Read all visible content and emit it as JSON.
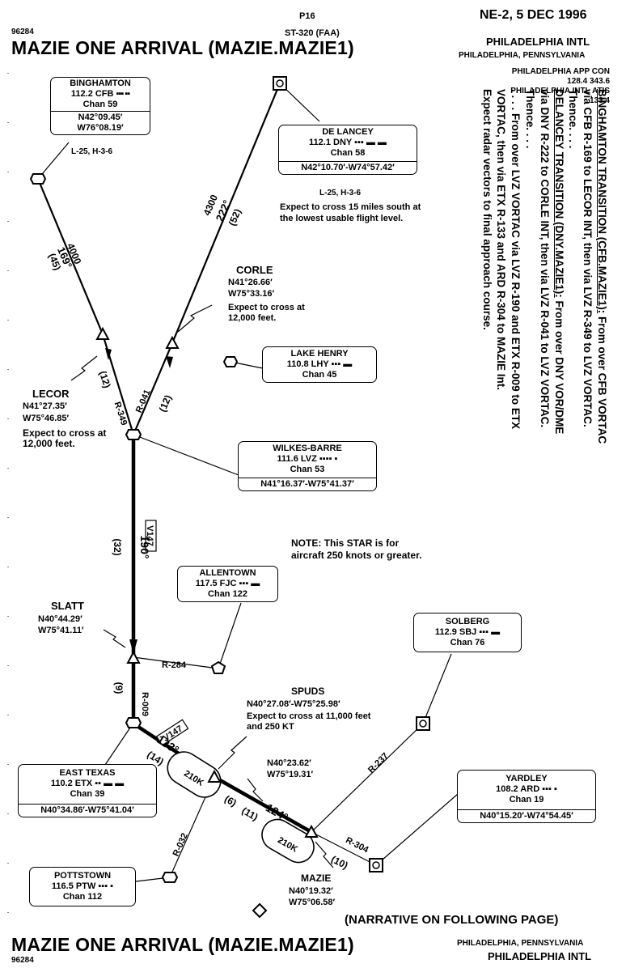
{
  "header": {
    "doc_code": "96284",
    "chart_no": "P16",
    "st_code": "ST-320 (FAA)",
    "region_date": "NE-2, 5 DEC 1996",
    "title": "MAZIE ONE ARRIVAL (MAZIE.MAZIE1)",
    "airport": "PHILADELPHIA INTL",
    "city": "PHILADELPHIA, PENNSYLVANIA"
  },
  "comms": {
    "app_label": "PHILADELPHIA APP CON",
    "app_freq": "128.4 343.6",
    "atis_label": "PHILADELPHIA INTL ATIS",
    "atis_freq": "133.4"
  },
  "navaids": {
    "binghamton": {
      "name": "BINGHAMTON",
      "freq": "112.2 CFB",
      "chan": "Chan 59",
      "lat": "N42°09.45′",
      "lon": "W76°08.19′",
      "charts": "L-25, H-3-6"
    },
    "delancey": {
      "name": "DE LANCEY",
      "freq": "112.1 DNY",
      "chan": "Chan 58",
      "coords": "N42°10.70′-W74°57.42′",
      "charts": "L-25, H-3-6"
    },
    "lakehenry": {
      "name": "LAKE HENRY",
      "freq": "110.8 LHY",
      "chan": "Chan 45"
    },
    "wilkesbarre": {
      "name": "WILKES-BARRE",
      "freq": "111.6 LVZ",
      "chan": "Chan 53",
      "coords": "N41°16.37′-W75°41.37′"
    },
    "allentown": {
      "name": "ALLENTOWN",
      "freq": "117.5 FJC",
      "chan": "Chan 122"
    },
    "solberg": {
      "name": "SOLBERG",
      "freq": "112.9 SBJ",
      "chan": "Chan 76"
    },
    "easttexas": {
      "name": "EAST TEXAS",
      "freq": "110.2 ETX",
      "chan": "Chan 39",
      "coords": "N40°34.86′-W75°41.04′"
    },
    "yardley": {
      "name": "YARDLEY",
      "freq": "108.2 ARD",
      "chan": "Chan 19",
      "coords": "N40°15.20′-W74°54.45′"
    },
    "pottstown": {
      "name": "POTTSTOWN",
      "freq": "116.5 PTW",
      "chan": "Chan 112"
    }
  },
  "fixes": {
    "delancey_note": "Expect to cross 15 miles south at the lowest usable flight level.",
    "corle": {
      "name": "CORLE",
      "lat": "N41°26.66′",
      "lon": "W75°33.16′",
      "note": "Expect to cross at 12,000 feet."
    },
    "lecor": {
      "name": "LECOR",
      "lat": "N41°27.35′",
      "lon": "W75°46.85′",
      "note": "Expect to cross at 12,000 feet."
    },
    "slatt": {
      "name": "SLATT",
      "lat": "N40°44.29′",
      "lon": "W75°41.11′"
    },
    "spuds": {
      "name": "SPUDS",
      "coords": "N40°27.08′-W75°25.98′",
      "note": "Expect to cross at 11,000 feet and 250 KT"
    },
    "unnamed": {
      "lat": "N40°23.62′",
      "lon": "W75°19.31′"
    },
    "mazie": {
      "name": "MAZIE",
      "lat": "N40°19.32′",
      "lon": "W75°06.58′"
    }
  },
  "route_labels": {
    "cfb_alt": "4000",
    "cfb_crs": "169°",
    "cfb_dist": "(45)",
    "dny_alt": "4300",
    "dny_crs": "222°",
    "dny_dist": "(52)",
    "lecor_dist": "(12)",
    "lecor_radial": "R-349",
    "corle_radial": "R-041",
    "corle_dist": "(12)",
    "airway": "V147",
    "lvz_crs": "190°",
    "lvz_dist": "(32)",
    "fjc_radial": "R-284",
    "etx_radial": "R-009",
    "slatt_dist": "(9)",
    "airway2": "V147",
    "etx_crs": "133°",
    "etx_dist": "(14)",
    "spd1": "210K",
    "spuds_dist": "(6)",
    "unnamed_dist": "(11)",
    "ard_crs": "124°",
    "spd2": "210K",
    "sbj_radial": "R-237",
    "ptw_radial": "R-032",
    "ard_radial": "R-304",
    "mazie_dist": "(10)"
  },
  "note": "NOTE:  This STAR is for aircraft 250 knots or greater.",
  "narrative": {
    "t1_head": "BINGHAMTON TRANSITION (CFB.MAZIE1):",
    "t1_body": " From over CFB VORTAC via CFB R-169 to LECOR INT, then via LVZ R-349 to LVZ VORTAC. Thence. . . .",
    "t2_head": "DELANCEY TRANSITION (DNY.MAZIE1):",
    "t2_body": " From over DNY VOR/DME via DNY R-222 to CORLE INT, then via LVZ R-041 to LVZ VORTAC. Thence. . . .",
    "t3": ". . . . From over LVZ VORTAC via LVZ R-190 and ETX R-009 to ETX VORTAC, then via ETX R-133 and ARD R-304 to MAZIE Int.",
    "t4": "Expect radar vectors to final approach course."
  },
  "footer": {
    "narrative_note": "(NARRATIVE ON FOLLOWING PAGE)",
    "title": "MAZIE ONE ARRIVAL (MAZIE.MAZIE1)",
    "doc_code": "96284",
    "city": "PHILADELPHIA, PENNSYLVANIA",
    "airport": "PHILADELPHIA INTL"
  }
}
